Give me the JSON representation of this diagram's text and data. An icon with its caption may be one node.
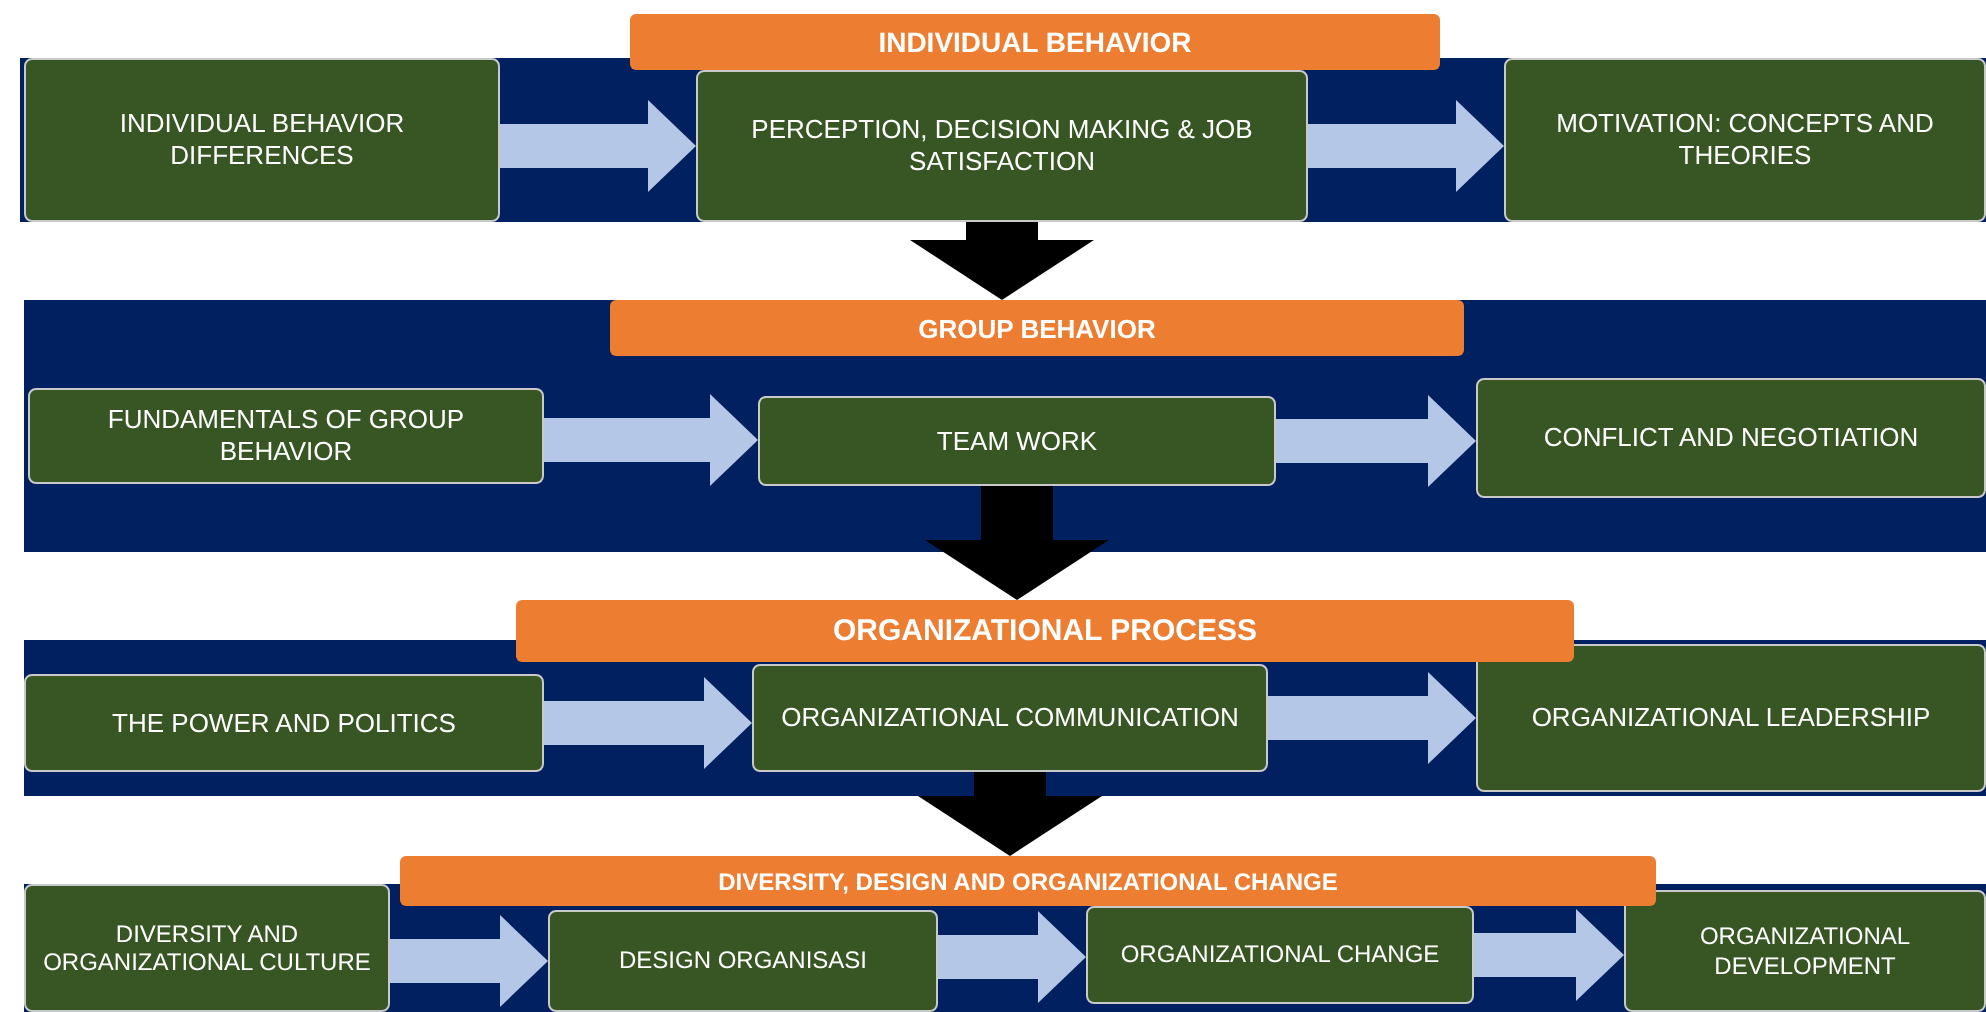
{
  "diagram": {
    "nodes": [
      {
        "text": [
          "INDIVIDUAL BEHAVIOR"
        ]
      },
      {
        "text": [
          "INDIVIDUAL BEHAVIOR DIFFERENCES"
        ],
        "in": 0
      },
      {
        "text": [
          "PERCEPTION, DECISION MAKING & JOB SATISFACTION"
        ],
        "in": 0
      },
      {
        "text": [
          "MOTIVATION: CONCEPTS AND THEORIES"
        ],
        "in": 0
      },
      {
        "text": [
          "GROUP BEHAVIOR"
        ]
      },
      {
        "text": [
          "FUNDAMENTALS OF GROUP BEHAVIOR"
        ],
        "in": 4
      },
      {
        "text": [
          "TEAM WORK"
        ],
        "in": 4
      },
      {
        "text": [
          "CONFLICT AND NEGOTIATION"
        ],
        "in": 4
      },
      {
        "text": [
          "ORGANIZATIONAL PROCESS"
        ]
      },
      {
        "text": [
          "THE POWER AND POLITICS"
        ],
        "in": 8
      },
      {
        "text": [
          "ORGANIZATIONAL COMMUNICATION"
        ],
        "in": 8
      },
      {
        "text": [
          "ORGANIZATIONAL LEADERSHIP"
        ],
        "in": 8
      },
      {
        "text": [
          "DIVERSITY, DESIGN AND ORGANIZATIONAL CHANGE"
        ]
      },
      {
        "text": [
          "DIVERSITY AND ORGANIZATIONAL CULTURE"
        ],
        "in": 12
      },
      {
        "text": [
          "DESIGN ORGANISASI"
        ],
        "in": 12
      },
      {
        "text": [
          "ORGANIZATIONAL CHANGE"
        ],
        "in": 12
      },
      {
        "text": [
          "ORGANIZATIONAL DEVELOPMENT"
        ],
        "in": 12
      }
    ],
    "edges": [
      {
        "from": 1,
        "to": 2,
        "arrow": "to"
      },
      {
        "from": 2,
        "to": 3,
        "arrow": "to"
      },
      {
        "from": 2,
        "to": 4,
        "arrow": "to",
        "color": "#000000"
      },
      {
        "from": 5,
        "to": 6,
        "arrow": "to"
      },
      {
        "from": 6,
        "to": 7,
        "arrow": "to"
      },
      {
        "from": 6,
        "to": 8,
        "arrow": "to",
        "color": "#000000"
      },
      {
        "from": 9,
        "to": 10,
        "arrow": "to"
      },
      {
        "from": 10,
        "to": 11,
        "arrow": "to"
      },
      {
        "from": 10,
        "to": 12,
        "arrow": "to",
        "color": "#000000"
      },
      {
        "from": 13,
        "to": 14,
        "arrow": "to"
      },
      {
        "from": 14,
        "to": 15,
        "arrow": "to"
      },
      {
        "from": 15,
        "to": 16,
        "arrow": "to"
      }
    ]
  }
}
